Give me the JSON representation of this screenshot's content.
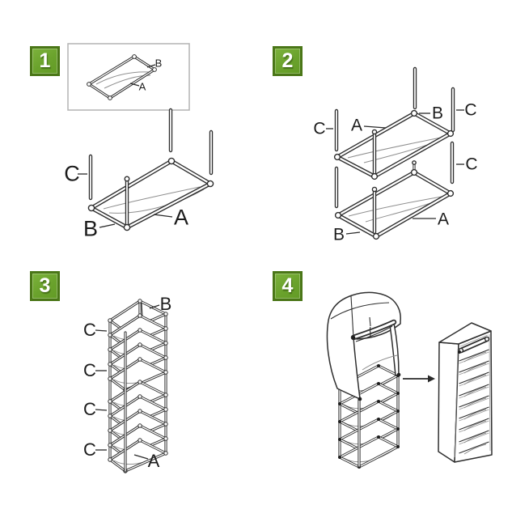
{
  "colors": {
    "background": "#ffffff",
    "badge_green": "#6aa22c",
    "badge_border": "#4a7617",
    "badge_text": "#ffffff",
    "line_art": "#2e2e2e"
  },
  "steps": [
    {
      "number": "1",
      "labels": {
        "inset_b": "B",
        "inset_a": "A",
        "pole_c": "C",
        "long_tube_a": "A",
        "short_tube_b": "B"
      }
    },
    {
      "number": "2",
      "labels": {
        "b_top": "B",
        "c_top_right": "C",
        "a_upper": "A",
        "c_left": "C",
        "c_right": "C",
        "a_lower": "A",
        "b_bottom": "B"
      }
    },
    {
      "number": "3",
      "labels": {
        "b": "B",
        "c1": "C",
        "c2": "C",
        "c3": "C",
        "c4": "C",
        "a": "A"
      }
    },
    {
      "number": "4",
      "labels": {}
    }
  ]
}
